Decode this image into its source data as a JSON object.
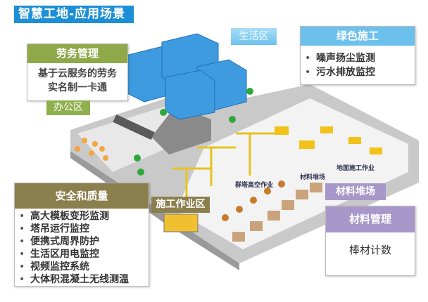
{
  "title": "智慧工地-应用场景",
  "zones": {
    "living": "生活区",
    "office": "办公区",
    "construction": "施工作业区",
    "material_yard": "材料堆场"
  },
  "scene_labels": {
    "tower_cranes": "群塔高空作业",
    "ground_work": "地面施工作业",
    "material_yard_small": "材料堆场"
  },
  "green": {
    "title": "绿色施工",
    "items": [
      "噪声扬尘监测",
      "污水排放监控"
    ]
  },
  "labor": {
    "title": "劳务管理",
    "lines": [
      "基于云服务的劳务",
      "实名制一卡通"
    ]
  },
  "safety": {
    "title": "安全和质量",
    "items": [
      "高大模板变形监测",
      "塔吊运行监控",
      "便携式周界防护",
      "生活区用电监控",
      "视频监控系统",
      "大体积混凝土无线测温"
    ]
  },
  "material": {
    "title": "材料管理",
    "body": "棒材计数"
  },
  "colors": {
    "blue": "#1d8fd6",
    "olive": "#8b7f4e",
    "green": "#8fa84a",
    "purple": "#a898c9"
  }
}
